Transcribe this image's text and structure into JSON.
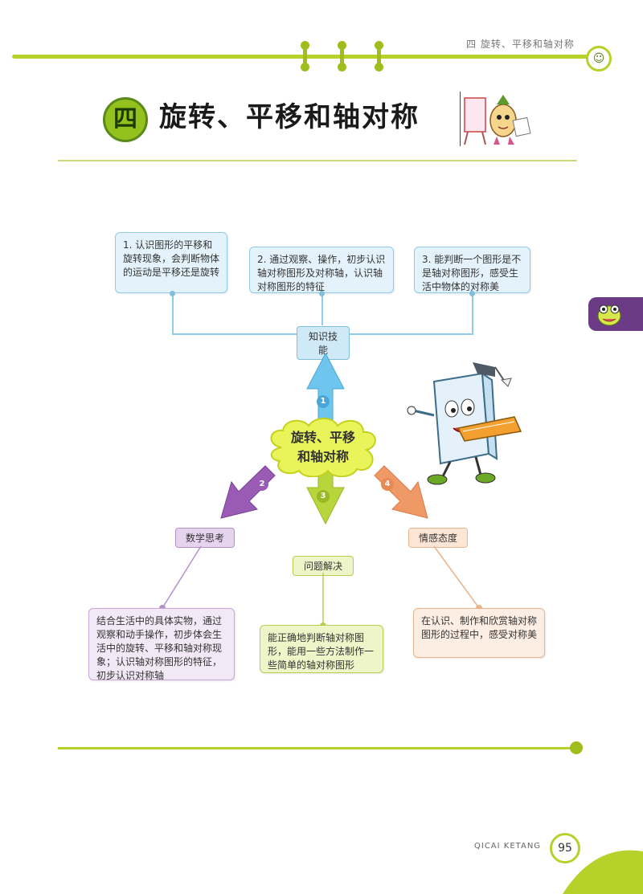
{
  "header": {
    "chapter_label": "四  旋转、平移和轴对称"
  },
  "title": {
    "badge": "四",
    "text": "旋转、平移和轴对称"
  },
  "knowledge": {
    "box1": "1. 认识图形的平移和旋转现象，会判断物体的运动是平移还是旋转",
    "box2": "2. 通过观察、操作，初步认识轴对称图形及对称轴，认识轴对称图形的特征",
    "box3": "3. 能判断一个图形是不是轴对称图形，感受生活中物体的对称美",
    "label": "知识技能"
  },
  "center": {
    "line1": "旋转、平移",
    "line2": "和轴对称"
  },
  "branches": {
    "numbers": [
      "1",
      "2",
      "3",
      "4"
    ],
    "math_label": "数学思考",
    "math_text": "结合生活中的具体实物，通过观察和动手操作，初步体会生活中的旋转、平移和轴对称现象；认识轴对称图形的特征，初步认识对称轴",
    "problem_label": "问题解决",
    "problem_text": "能正确地判断轴对称图形，能用一些方法制作一些简单的轴对称图形",
    "emotion_label": "情感态度",
    "emotion_text": "在认识、制作和欣赏轴对称图形的过程中，感受对称美"
  },
  "footer": {
    "brand": "QICAI KETANG",
    "page_number": "95"
  },
  "colors": {
    "accent_green": "#b6d12a",
    "knowledge_blue": "#8fcce8",
    "math_purple": "#9a5bb5",
    "problem_green": "#a8c93a",
    "emotion_orange": "#ef9a66"
  }
}
